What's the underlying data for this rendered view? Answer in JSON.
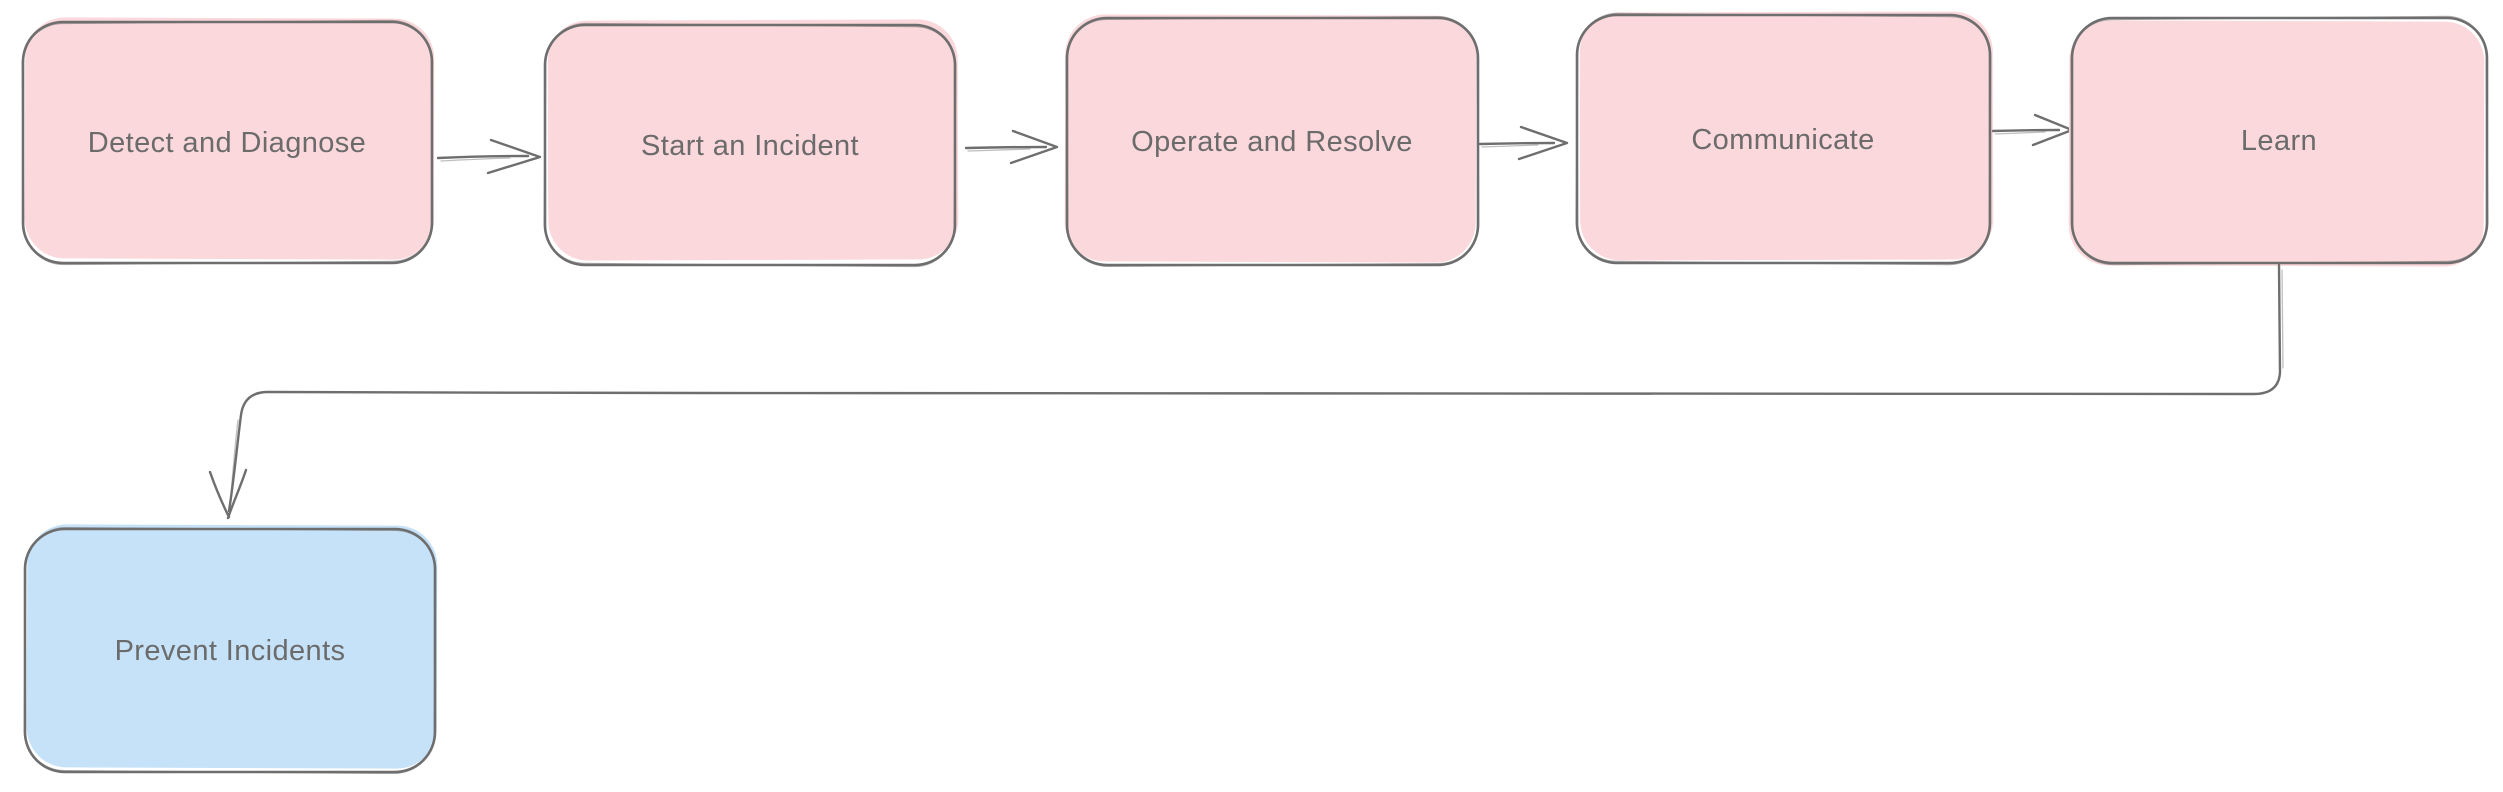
{
  "diagram": {
    "type": "flowchart",
    "background": "#ffffff",
    "colors": {
      "stage_fill": "#fbd8dc",
      "outcome_fill": "#c6e2f9",
      "stroke": "#6e6e6e",
      "text": "#6b6b6b"
    },
    "nodes": [
      {
        "id": "detect",
        "label": "Detect and Diagnose",
        "kind": "stage"
      },
      {
        "id": "start",
        "label": "Start an Incident",
        "kind": "stage"
      },
      {
        "id": "operate",
        "label": "Operate and Resolve",
        "kind": "stage"
      },
      {
        "id": "communicate",
        "label": "Communicate",
        "kind": "stage"
      },
      {
        "id": "learn",
        "label": "Learn",
        "kind": "stage"
      },
      {
        "id": "prevent",
        "label": "Prevent Incidents",
        "kind": "outcome"
      }
    ],
    "edges": [
      {
        "from": "detect",
        "to": "start"
      },
      {
        "from": "start",
        "to": "operate"
      },
      {
        "from": "operate",
        "to": "communicate"
      },
      {
        "from": "communicate",
        "to": "learn"
      },
      {
        "from": "learn",
        "to": "prevent"
      }
    ]
  }
}
